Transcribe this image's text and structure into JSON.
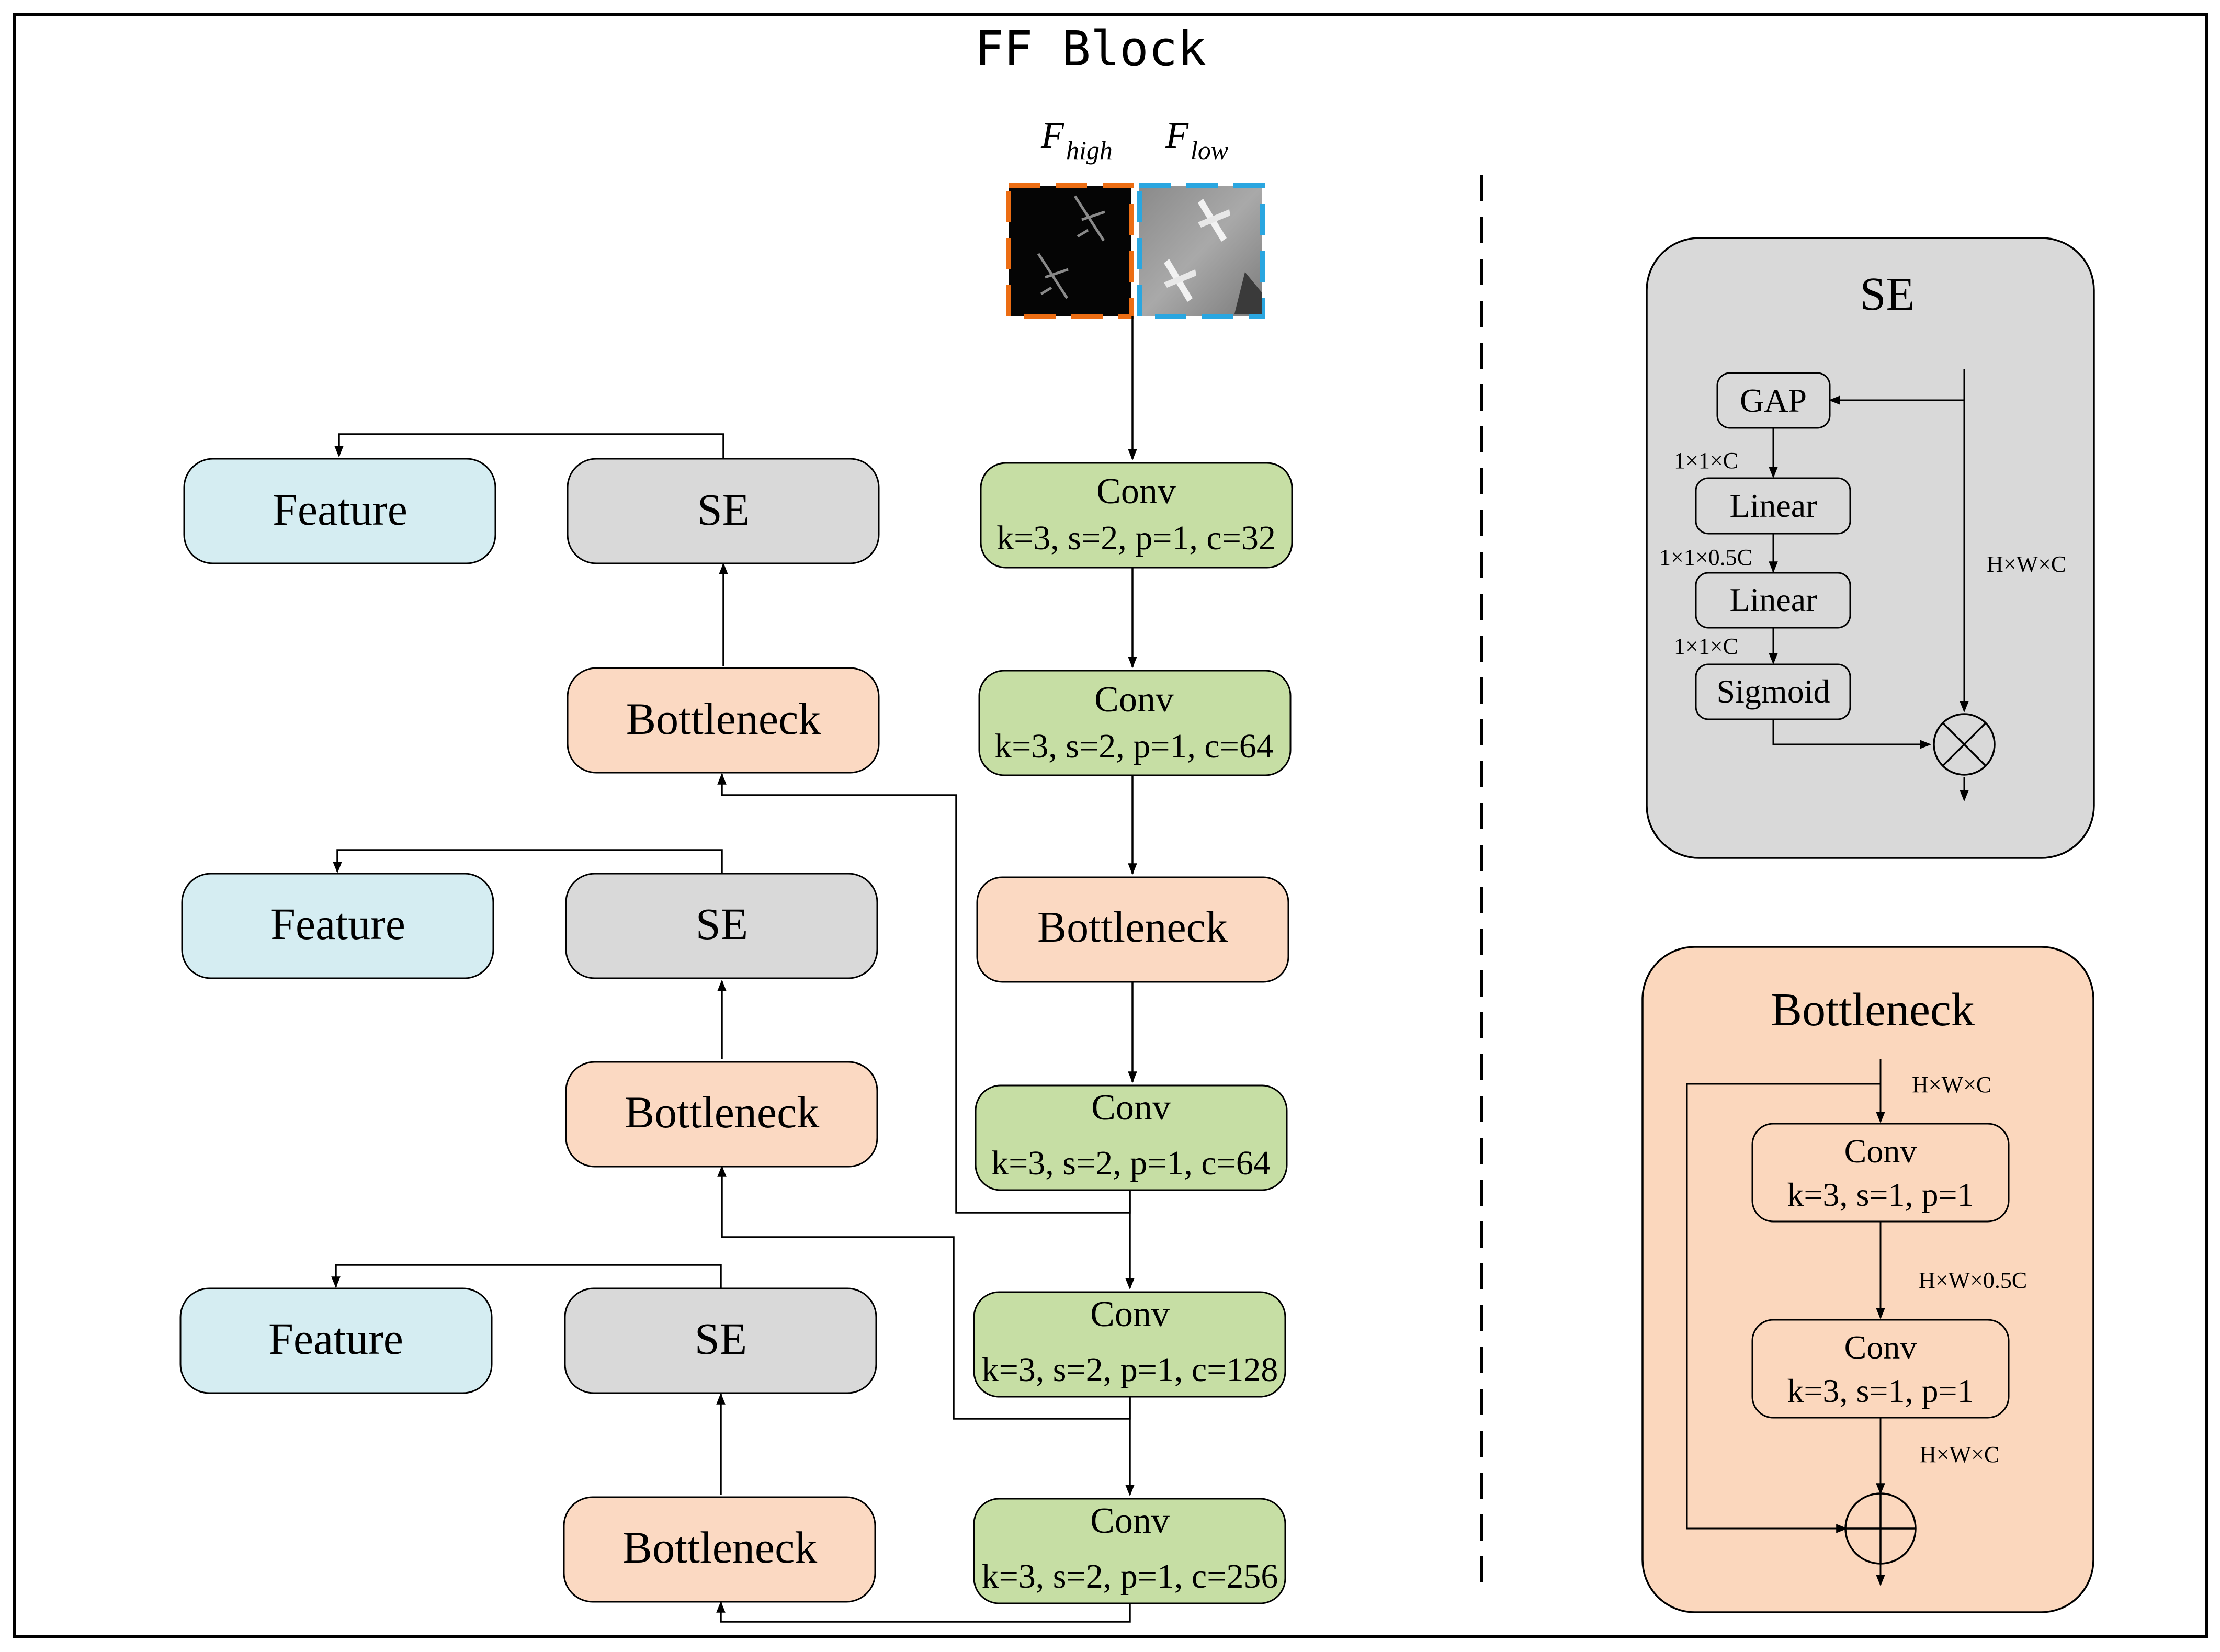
{
  "title": "FF Block",
  "inputs": {
    "high_label_main": "F",
    "high_label_sub": "high",
    "low_label_main": "F",
    "low_label_sub": "low"
  },
  "main_column": {
    "conv1": {
      "title": "Conv",
      "params": "k=3, s=2, p=1, c=32"
    },
    "conv2": {
      "title": "Conv",
      "params": "k=3, s=2, p=1, c=64"
    },
    "bottleneck": {
      "title": "Bottleneck"
    },
    "conv3": {
      "title": "Conv",
      "params": "k=3, s=2, p=1, c=64"
    },
    "conv4": {
      "title": "Conv",
      "params": "k=3, s=2, p=1, c=128"
    },
    "conv5": {
      "title": "Conv",
      "params": "k=3, s=2, p=1, c=256"
    }
  },
  "branches": [
    {
      "feature": "Feature",
      "se": "SE",
      "bottleneck": "Bottleneck"
    },
    {
      "feature": "Feature",
      "se": "SE",
      "bottleneck": "Bottleneck"
    },
    {
      "feature": "Feature",
      "se": "SE",
      "bottleneck": "Bottleneck"
    }
  ],
  "se_detail": {
    "title": "SE",
    "gap": "GAP",
    "linear1": "Linear",
    "linear2": "Linear",
    "sigmoid": "Sigmoid",
    "dim_a": "1×1×C",
    "dim_b": "1×1×0.5C",
    "dim_c": "1×1×C",
    "dim_side": "H×W×C"
  },
  "bottleneck_detail": {
    "title": "Bottleneck",
    "conv1_title": "Conv",
    "conv1_params": "k=3, s=1, p=1",
    "conv2_title": "Conv",
    "conv2_params": "k=3, s=1, p=1",
    "dim_in": "H×W×C",
    "dim_mid": "H×W×0.5C",
    "dim_out": "H×W×C"
  },
  "colors": {
    "feature_fill": "#d5edf2",
    "se_fill": "#d9d9d9",
    "bottleneck_fill": "#fbd9c2",
    "conv_fill": "#c6dea4",
    "se_panel_fill": "#d9d9d9",
    "bottleneck_panel_fill": "#fbd7bd",
    "high_border": "#ec6d13",
    "low_border": "#2aa6e0"
  },
  "icons": [
    "airplane-icon",
    "multiply-icon",
    "add-icon"
  ]
}
